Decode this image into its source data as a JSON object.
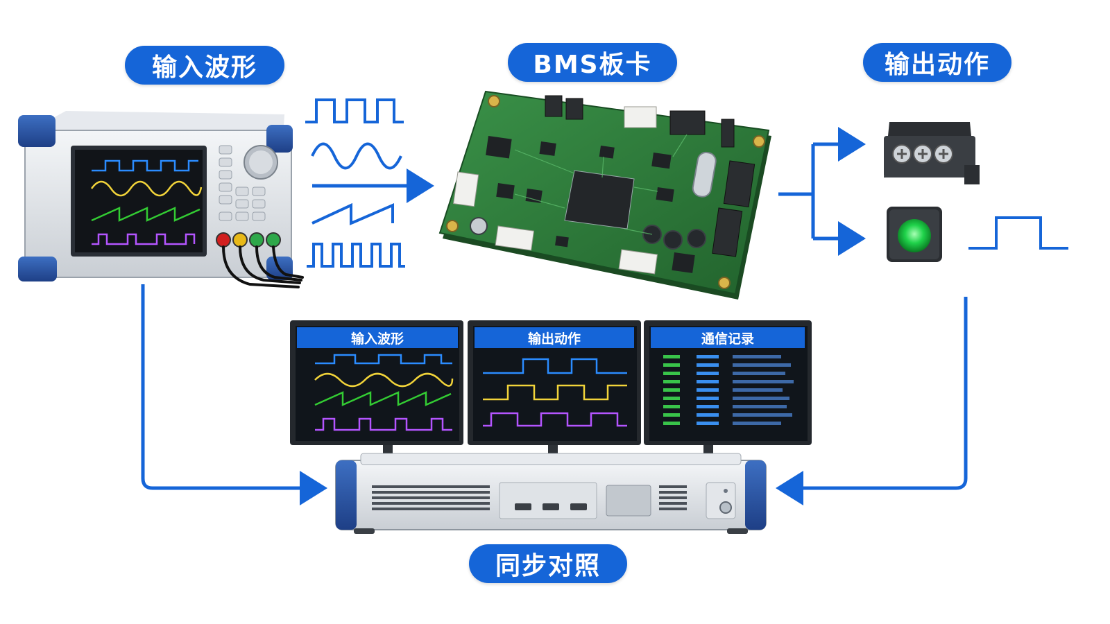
{
  "labels": {
    "input_waveform": "输入波形",
    "bms_board": "BMS板卡",
    "output_action": "输出动作",
    "sync_compare": "同步对照"
  },
  "monitors": [
    {
      "title": "输入波形"
    },
    {
      "title": "输出动作"
    },
    {
      "title": "通信记录"
    }
  ],
  "colors": {
    "accent": "#1565d8",
    "wave_blue": "#2b8cff",
    "wave_yellow": "#f2d43a",
    "wave_green": "#33cc33",
    "wave_purple": "#b455ff",
    "pcb_green": "#2f7d3a",
    "led_green": "#16c23a"
  },
  "icons": [
    "signal-generator-icon",
    "pcb-board-icon",
    "terminal-block-icon",
    "indicator-light-icon",
    "monitor-icon",
    "server-chassis-icon"
  ]
}
